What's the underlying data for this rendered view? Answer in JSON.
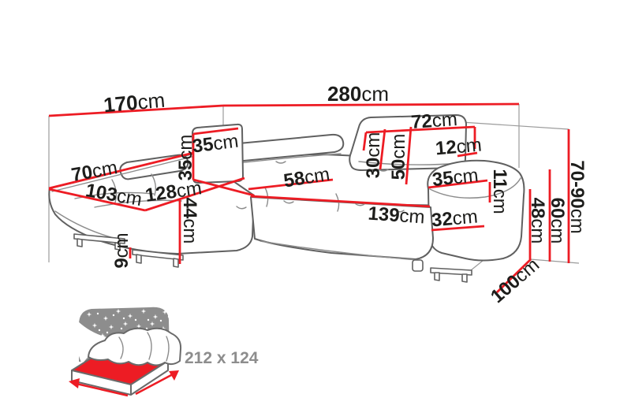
{
  "diagram": {
    "type": "corner-sofa-dimension-diagram",
    "colors": {
      "measurement_red": "#ed1c24",
      "outline_grey": "#606060",
      "construction_grey": "#9b9b9b",
      "label_black": "#1d1d1b",
      "icon_grey": "#8d8d8d"
    }
  },
  "dims": {
    "w170": {
      "value": "170",
      "unit": "cm"
    },
    "w280": {
      "value": "280",
      "unit": "cm"
    },
    "w72": {
      "value": "72",
      "unit": "cm"
    },
    "w12": {
      "value": "12",
      "unit": "cm"
    },
    "h30": {
      "value": "30",
      "unit": "cm"
    },
    "h50": {
      "value": "50",
      "unit": "cm"
    },
    "p35h": {
      "value": "35",
      "unit": "cm"
    },
    "p35v": {
      "value": "35",
      "unit": "cm"
    },
    "w70": {
      "value": "70",
      "unit": "cm"
    },
    "w103": {
      "value": "103",
      "unit": "cm"
    },
    "w128": {
      "value": "128",
      "unit": "cm"
    },
    "w58": {
      "value": "58",
      "unit": "cm"
    },
    "w139": {
      "value": "139",
      "unit": "cm"
    },
    "a35": {
      "value": "35",
      "unit": "cm"
    },
    "w32": {
      "value": "32",
      "unit": "cm"
    },
    "h11": {
      "value": "11",
      "unit": "cm"
    },
    "h44": {
      "value": "44",
      "unit": "cm"
    },
    "h9": {
      "value": "9",
      "unit": "cm"
    },
    "h48": {
      "value": "48",
      "unit": "cm"
    },
    "h60": {
      "value": "60",
      "unit": "cm"
    },
    "h7090": {
      "value": "70-90",
      "unit": "cm"
    },
    "d100": {
      "value": "100",
      "unit": "cm"
    }
  },
  "sleep_icon": {
    "size_label": "212 x 124"
  }
}
